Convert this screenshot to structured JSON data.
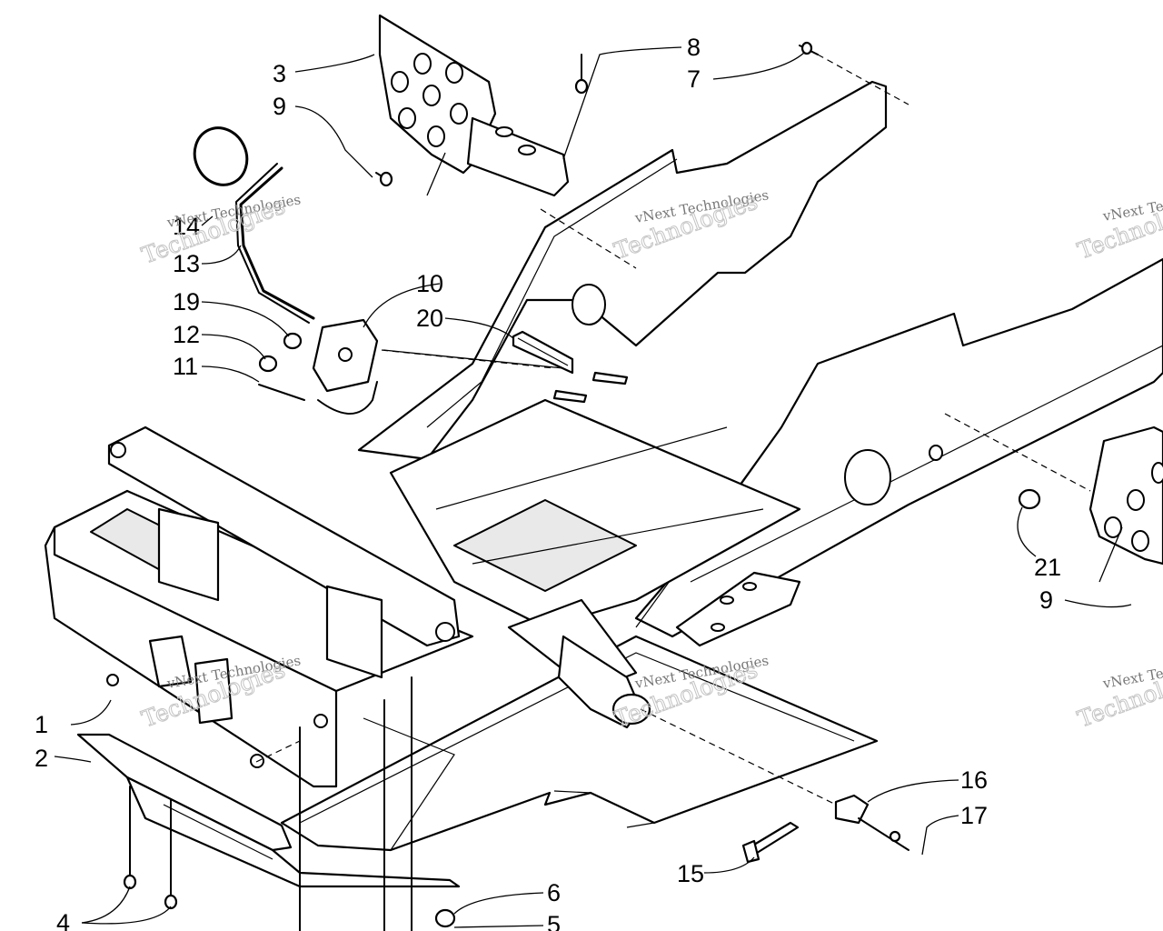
{
  "watermark": {
    "line1": "vNext Technologies",
    "line2": "Technologies"
  },
  "callouts": [
    "1",
    "2",
    "3",
    "4",
    "5",
    "6",
    "7",
    "8",
    "9",
    "9",
    "10",
    "11",
    "12",
    "13",
    "14",
    "15",
    "16",
    "17",
    "19",
    "20",
    "21"
  ],
  "colors": {
    "line": "#000000",
    "background": "#ffffff",
    "watermark": "#c4c4c4"
  }
}
